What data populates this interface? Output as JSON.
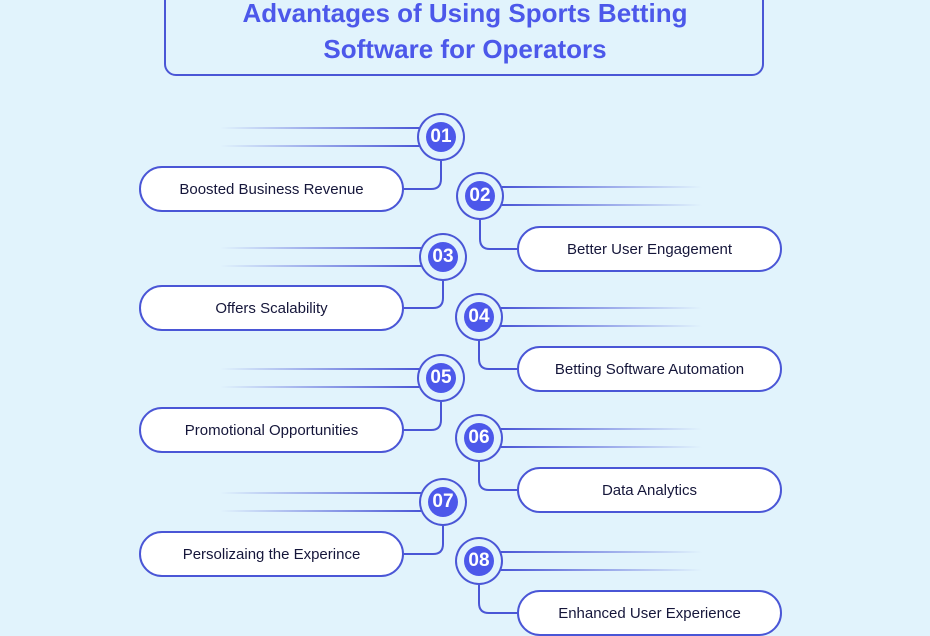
{
  "title": {
    "line1": "Advantages of Using Sports Betting",
    "line2": "Software for Operators"
  },
  "colors": {
    "background": "#e1f3fc",
    "accent": "#4c58ea",
    "outline": "#4a56d6",
    "text": "#15163a"
  },
  "items": [
    {
      "number": "01",
      "label": "Boosted Business Revenue",
      "side": "left"
    },
    {
      "number": "02",
      "label": "Better User Engagement",
      "side": "right"
    },
    {
      "number": "03",
      "label": "Offers Scalability",
      "side": "left"
    },
    {
      "number": "04",
      "label": "Betting Software Automation",
      "side": "right"
    },
    {
      "number": "05",
      "label": "Promotional Opportunities",
      "side": "left"
    },
    {
      "number": "06",
      "label": "Data Analytics",
      "side": "right"
    },
    {
      "number": "07",
      "label": "Persolizaing the Experince",
      "side": "left"
    },
    {
      "number": "08",
      "label": "Enhanced User Experience",
      "side": "right"
    }
  ]
}
